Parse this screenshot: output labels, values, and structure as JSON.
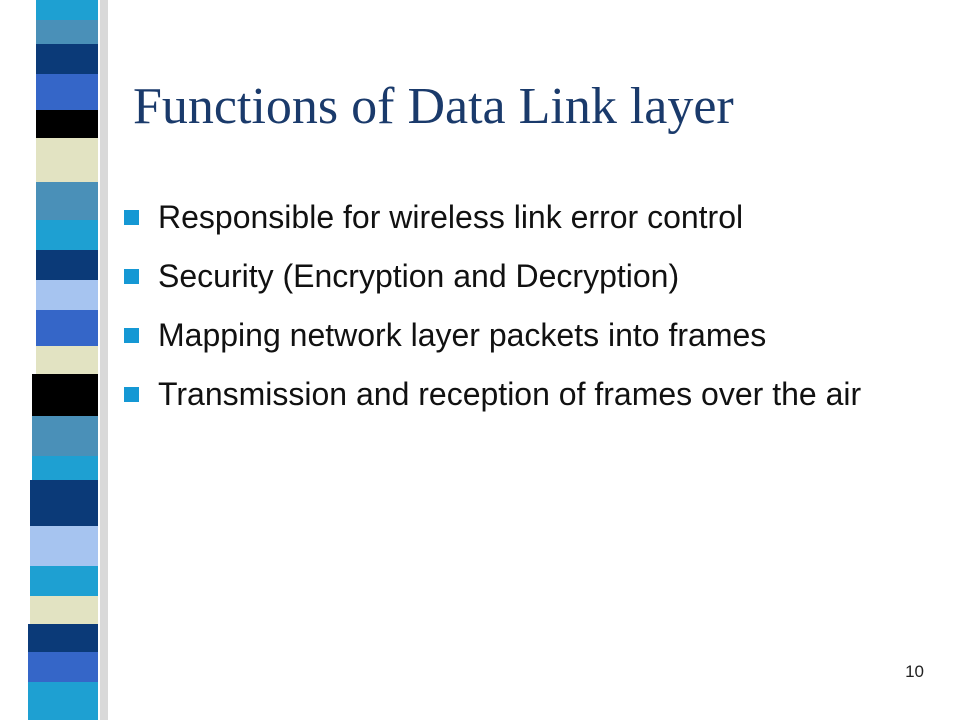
{
  "slide": {
    "title": "Functions of Data Link layer",
    "bullets": [
      {
        "text": "Responsible for wireless link error control"
      },
      {
        "text": "Security (Encryption and Decryption)"
      },
      {
        "text": "Mapping network layer packets into frames"
      },
      {
        "text": "Transmission and reception of frames over the air"
      }
    ],
    "page_number": "10"
  },
  "theme": {
    "title_color": "#1a3a6b",
    "bullet_color": "#1598d4",
    "stripe_colors": [
      "#4a90b8",
      "#0b3a78",
      "#3566c8",
      "#e2e3c2",
      "#000000",
      "#1ea0d2",
      "#a6c4f0",
      "#ffffff"
    ]
  }
}
